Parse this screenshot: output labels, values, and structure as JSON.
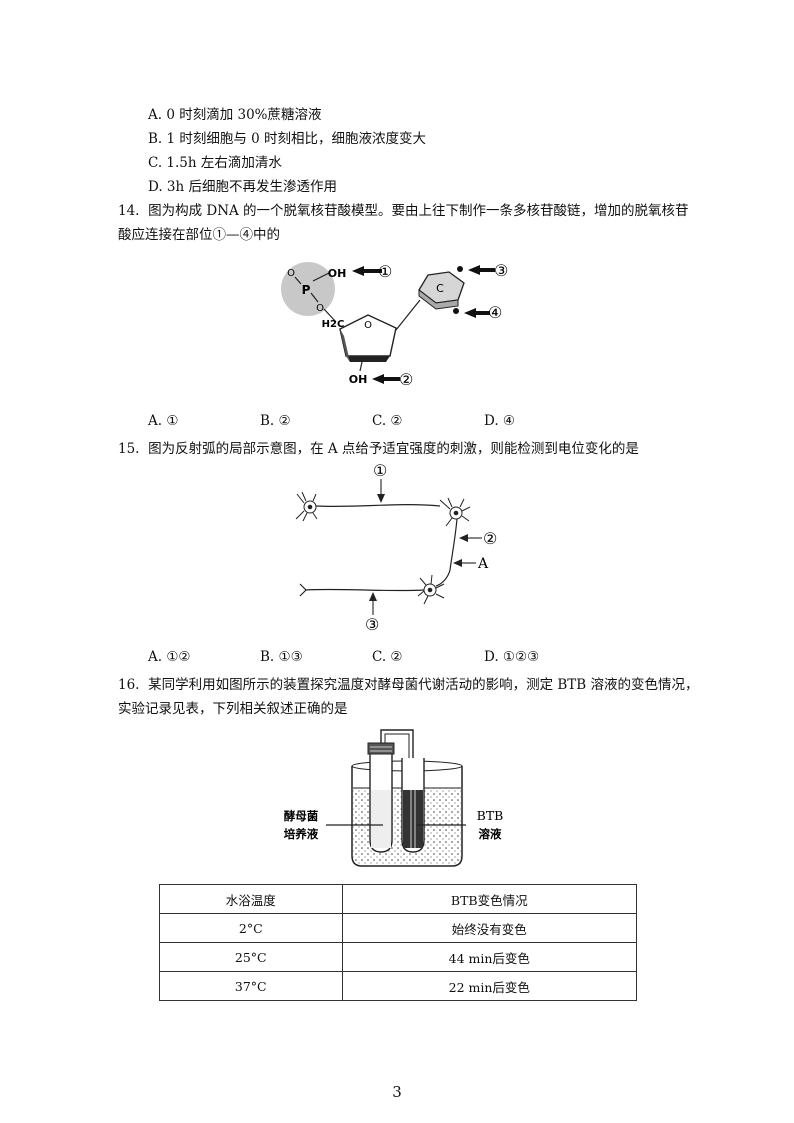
{
  "q13_options": [
    "A. 0 时刻滴加 30%蔗糖溶液",
    "B. 1 时刻细胞与 0 时刻相比，细胞液浓度变大",
    "C. 1.5h 左右滴加清水",
    "D. 3h 后细胞不再发生渗透作用"
  ],
  "q14": {
    "number": "14.",
    "stem_line1": "图为构成 DNA 的一个脱氧核苷酸模型。要由上往下制作一条多核苷酸链，增加的脱氧核苷",
    "stem_line2": "酸应连接在部位①—④中的",
    "diagram": {
      "phosphate_P": "P",
      "phosphate_O_top": "O",
      "phosphate_O_bottom": "O",
      "oh_top": "OH",
      "ch2": "H2C",
      "ring_O": "O",
      "oh_bottom": "OH",
      "base": "C",
      "marks": [
        "①",
        "②",
        "③",
        "④"
      ]
    },
    "options": [
      "A. ①",
      "B. ②",
      "C. ②",
      "D. ④"
    ]
  },
  "q15": {
    "number": "15.",
    "stem": "图为反射弧的局部示意图，在 A 点给予适宜强度的刺激，则能检测到电位变化的是",
    "diagram": {
      "marks": [
        "①",
        "②",
        "③"
      ],
      "point": "A"
    },
    "options": [
      "A. ①②",
      "B. ①③",
      "C. ②",
      "D. ①②③"
    ]
  },
  "q16": {
    "number": "16.",
    "stem_line1": "某同学利用如图所示的装置探究温度对酵母菌代谢活动的影响，测定 BTB 溶液的变色情况，",
    "stem_line2": "实验记录见表，下列相关叙述正确的是",
    "diagram": {
      "left_label_1": "酵母菌",
      "left_label_2": "培养液",
      "right_label_1": "BTB",
      "right_label_2": "溶液"
    },
    "table": {
      "headers": [
        "水浴温度",
        "BTB变色情况"
      ],
      "rows": [
        [
          "2°C",
          "始终没有变色"
        ],
        [
          "25°C",
          "44 min后变色"
        ],
        [
          "37°C",
          "22 min后变色"
        ]
      ]
    }
  },
  "page_number": "3"
}
